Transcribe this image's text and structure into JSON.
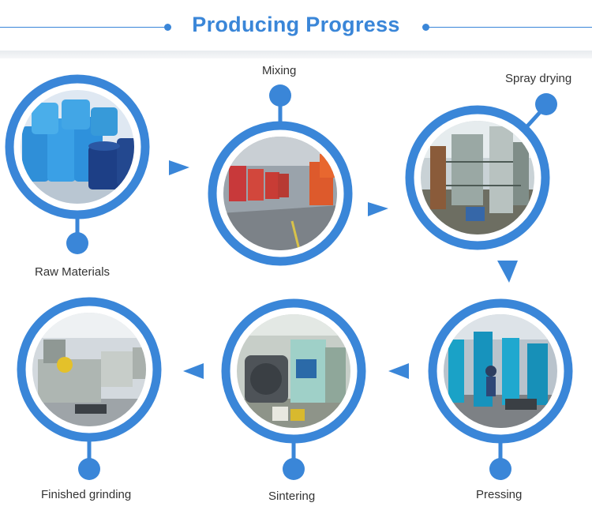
{
  "header": {
    "title": "Producing Progress"
  },
  "colors": {
    "accent": "#3a86d8",
    "line": "#3a86d8"
  },
  "steps": [
    {
      "label": "Raw Materials",
      "photo_icon": "blue-barrels-photo"
    },
    {
      "label": "Mixing",
      "photo_icon": "mixing-machines-photo"
    },
    {
      "label": "Spray drying",
      "photo_icon": "spray-drying-tower-photo"
    },
    {
      "label": "Pressing",
      "photo_icon": "pressing-machines-photo"
    },
    {
      "label": "Sintering",
      "photo_icon": "sintering-furnace-photo"
    },
    {
      "label": "Finished grinding",
      "photo_icon": "grinding-machines-photo"
    }
  ]
}
